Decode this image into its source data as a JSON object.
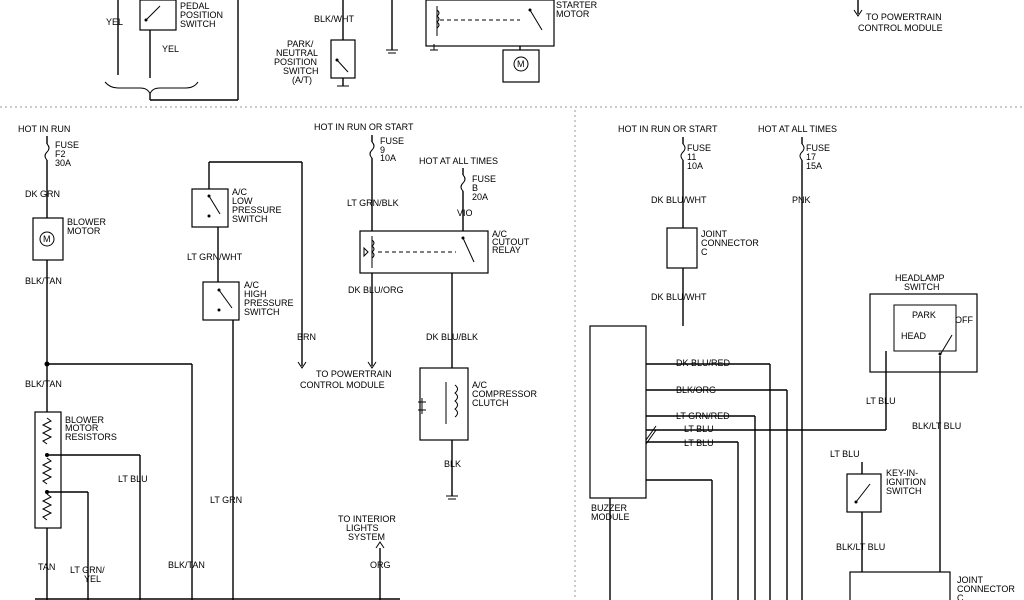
{
  "top": {
    "yel_left": "YEL",
    "pedal_switch": [
      "PEDAL",
      "POSITION",
      "SWITCH"
    ],
    "yel_mid": "YEL",
    "blk_wht": "BLK/WHT",
    "park_neutral": [
      "PARK/",
      "NEUTRAL",
      "POSITION",
      "SWITCH",
      "(A/T)"
    ],
    "starter_motor": [
      "STARTER",
      "MOTOR"
    ],
    "to_pcm_top": [
      "TO POWERTRAIN",
      "CONTROL MODULE"
    ]
  },
  "blower": {
    "hot_label": "HOT IN RUN",
    "fuse": [
      "FUSE",
      "F2",
      "30A"
    ],
    "dk_grn": "DK GRN",
    "motor": [
      "BLOWER",
      "MOTOR"
    ],
    "motor_symbol": "M",
    "blk_tan_1": "BLK/TAN",
    "blk_tan_2": "BLK/TAN",
    "resistors": [
      "BLOWER",
      "MOTOR",
      "RESISTORS"
    ],
    "lt_blu": "LT BLU",
    "tan": "TAN",
    "lt_grn_yel": [
      "LT GRN/",
      "YEL"
    ],
    "blk_tan_3": "BLK/TAN"
  },
  "ac": {
    "low_pressure": [
      "A/C",
      "LOW",
      "PRESSURE",
      "SWITCH"
    ],
    "lt_grn_wht": "LT GRN/WHT",
    "high_pressure": [
      "A/C",
      "HIGH",
      "PRESSURE",
      "SWITCH"
    ],
    "lt_grn": "LT GRN",
    "brn": "BRN",
    "hot_run_start": "HOT IN RUN OR START",
    "fuse9": [
      "FUSE",
      "9",
      "10A"
    ],
    "hot_all_times": "HOT AT ALL TIMES",
    "fuseB": [
      "FUSE",
      "B",
      "20A"
    ],
    "lt_grn_blk": "LT GRN/BLK",
    "vio": "VIO",
    "cutout_relay": [
      "A/C",
      "CUTOUT",
      "RELAY"
    ],
    "dk_blu_org": "DK BLU/ORG",
    "to_pcm": [
      "TO POWERTRAIN",
      "CONTROL MODULE"
    ],
    "dk_blu_blk": "DK BLU/BLK",
    "compressor": [
      "A/C",
      "COMPRESSOR",
      "CLUTCH"
    ],
    "blk": "BLK",
    "to_interior": [
      "TO INTERIOR",
      "LIGHTS",
      "SYSTEM"
    ],
    "org": "ORG"
  },
  "buzzer": {
    "hot_run_start": "HOT IN RUN OR START",
    "fuse11": [
      "FUSE",
      "11",
      "10A"
    ],
    "hot_all_times": "HOT AT ALL TIMES",
    "fuse17": [
      "FUSE",
      "17",
      "15A"
    ],
    "dk_blu_wht_1": "DK BLU/WHT",
    "pnk": "PNK",
    "joint_conn": [
      "JOINT",
      "CONNECTOR",
      "C"
    ],
    "dk_blu_wht_2": "DK BLU/WHT",
    "headlamp_switch": [
      "HEADLAMP",
      "SWITCH"
    ],
    "park": "PARK",
    "off": "OFF",
    "head": "HEAD",
    "dk_blu_red": "DK BLU/RED",
    "blk_org": "BLK/ORG",
    "lt_grn_red": "LT GRN/RED",
    "lt_blu_a": "LT BLU",
    "lt_blu_b": "LT BLU",
    "lt_blu_c": "LT BLU",
    "blk_lt_blu_1": "BLK/LT BLU",
    "lt_blu_d": "LT BLU",
    "key_switch": [
      "KEY-IN-",
      "IGNITION",
      "SWITCH"
    ],
    "buzzer_module": [
      "BUZZER",
      "MODULE"
    ],
    "blk_lt_blu_2": "BLK/LT BLU",
    "joint_conn_bottom": [
      "JOINT",
      "CONNECTOR",
      "C"
    ]
  }
}
